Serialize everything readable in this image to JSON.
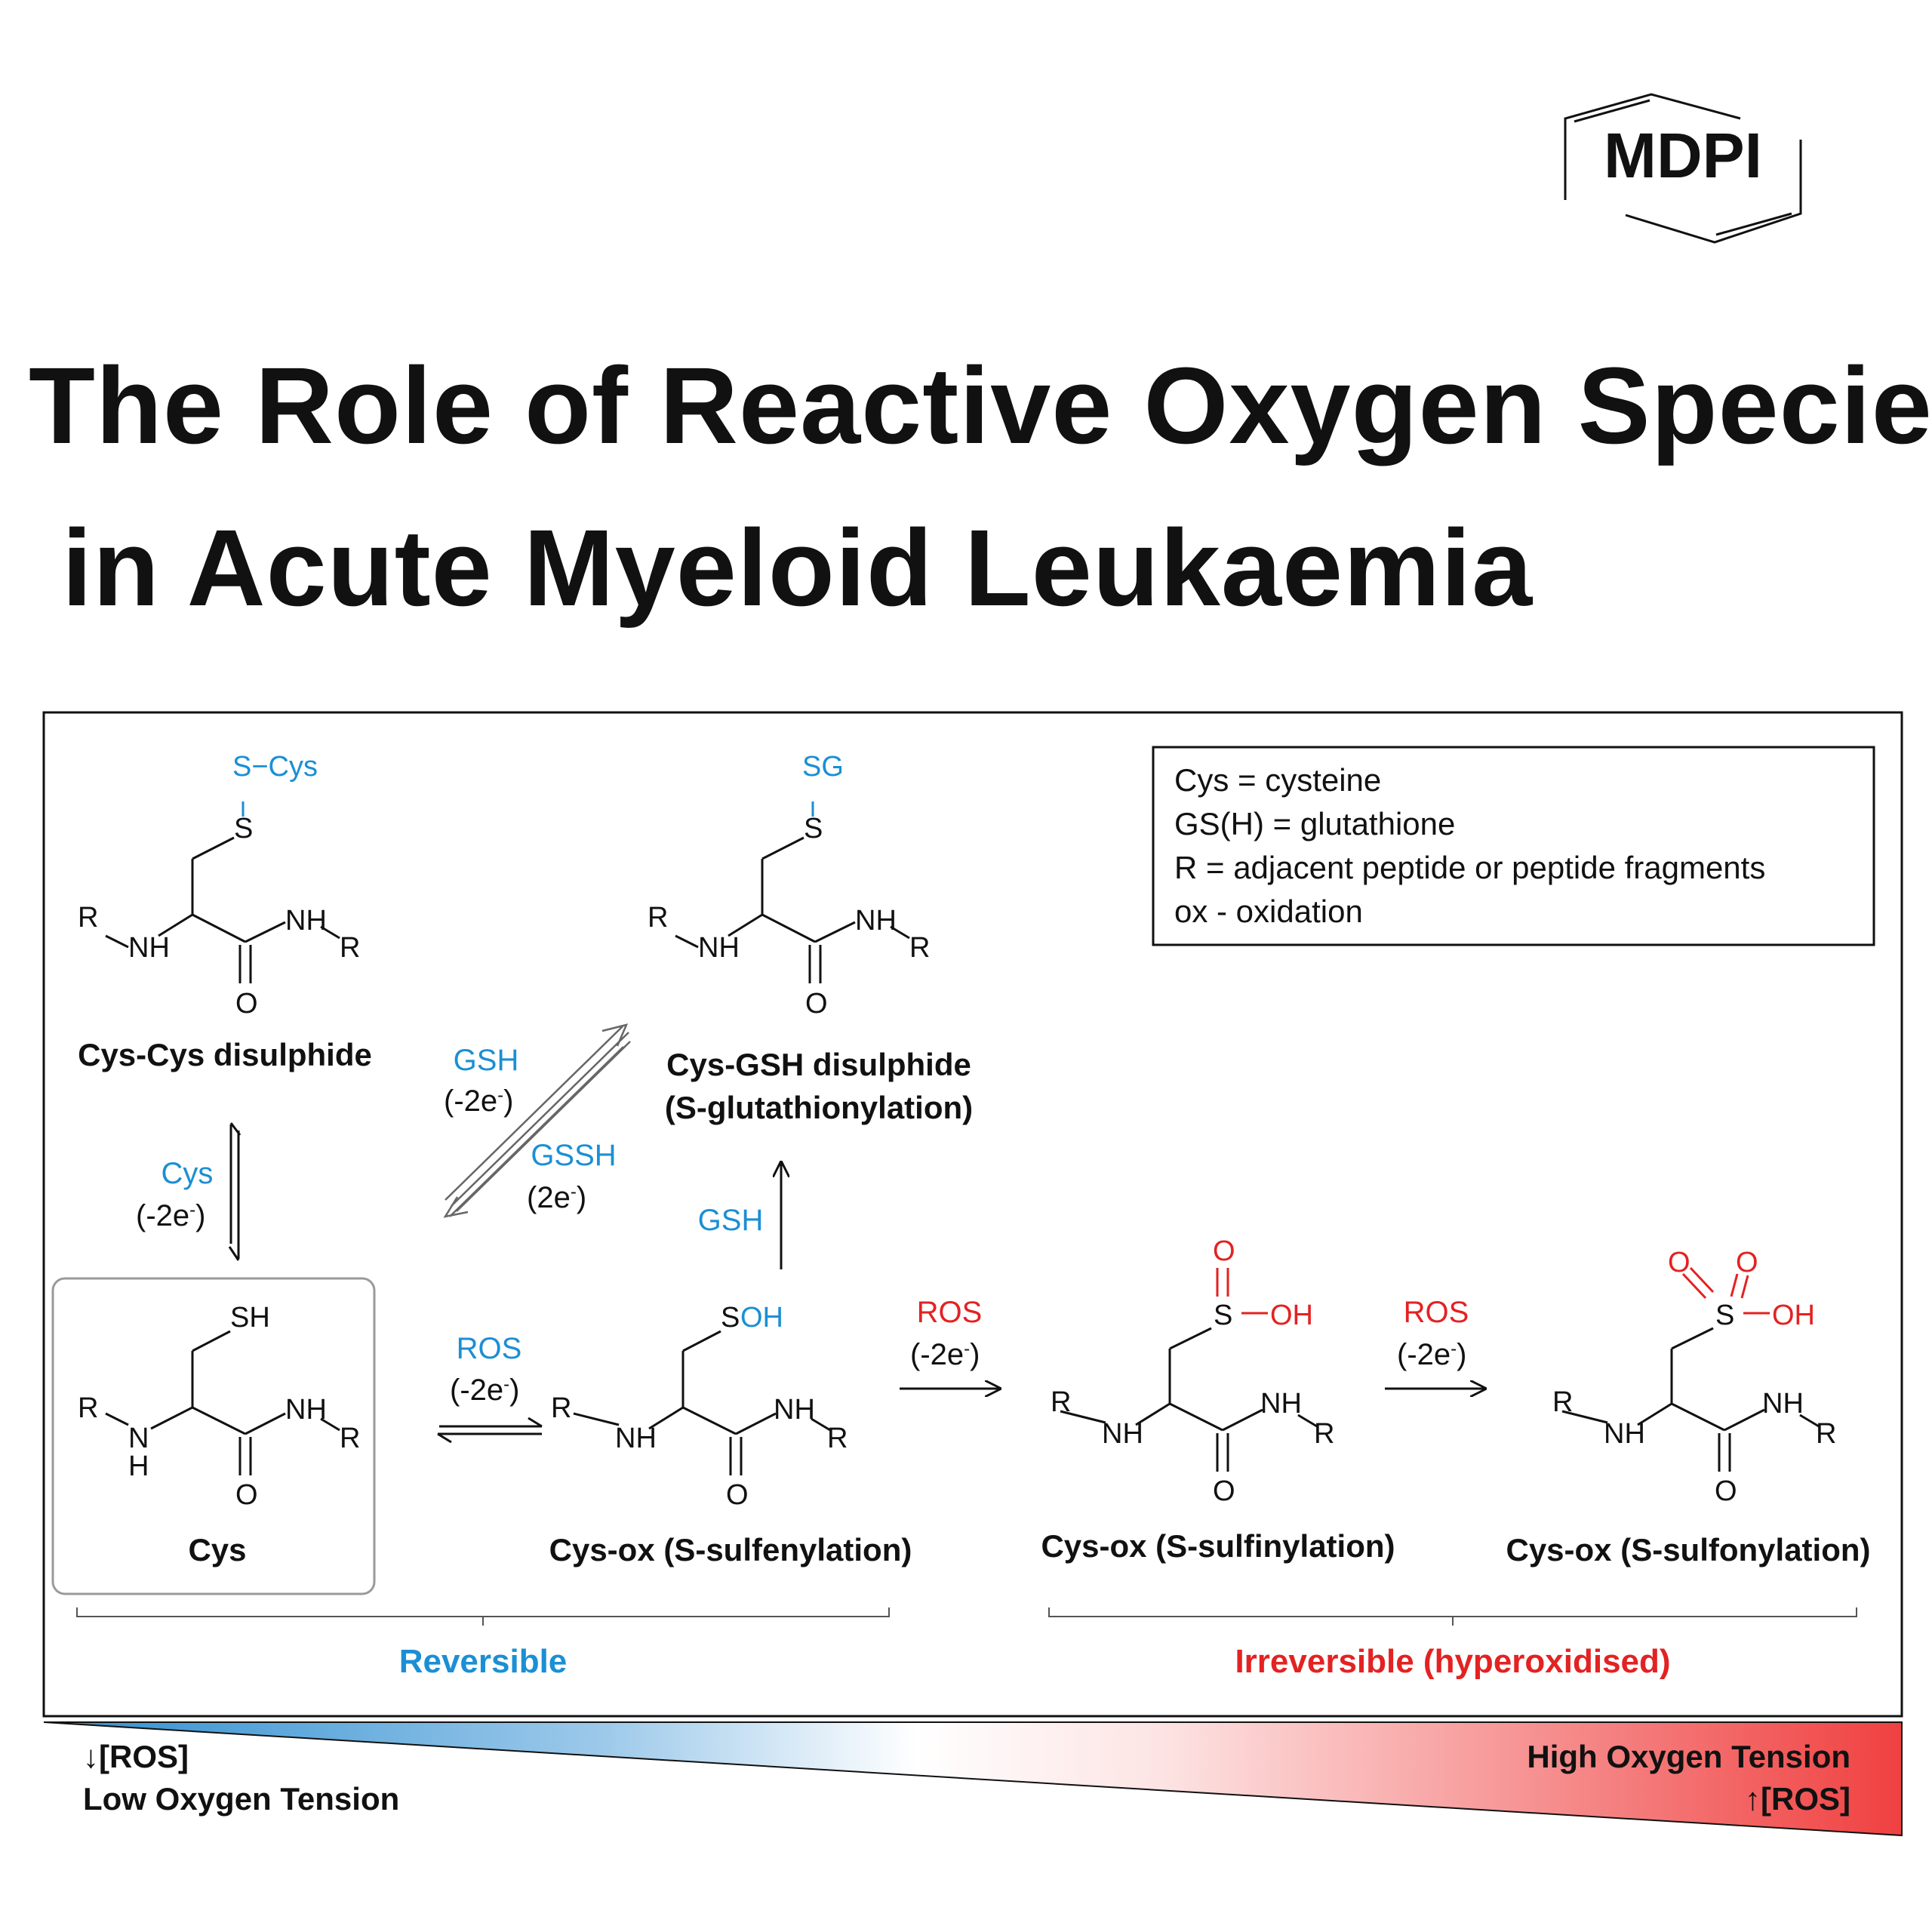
{
  "logo": {
    "text": "MDPI"
  },
  "title": {
    "line1": "The Role of Reactive Oxygen Species",
    "line2": "in Acute Myeloid Leukaemia"
  },
  "legend": {
    "lines": [
      "Cys = cysteine",
      "GS(H) = glutathione",
      "R = adjacent peptide or peptide fragments",
      "ox - oxidation"
    ]
  },
  "structures": {
    "cys_cys": {
      "caption": "Cys-Cys disulphide",
      "top": "S−Cys",
      "s": "S",
      "r": "R",
      "nh": "NH",
      "o": "O"
    },
    "cys_gsh": {
      "caption1": "Cys-GSH disulphide",
      "caption2": "(S-glutathionylation)",
      "top": "SG",
      "s": "S",
      "r": "R",
      "nh": "NH",
      "o": "O"
    },
    "cys": {
      "caption": "Cys",
      "sh": "SH",
      "r": "R",
      "n": "N",
      "h": "H",
      "nh": "NH",
      "o": "O"
    },
    "sulfenyl": {
      "caption": "Cys-ox (S-sulfenylation)",
      "s": "S",
      "oh": "OH",
      "r": "R",
      "nh": "NH",
      "o": "O"
    },
    "sulfinyl": {
      "caption": "Cys-ox (S-sulfinylation)",
      "s": "S",
      "oh": "OH",
      "o_top": "O",
      "r": "R",
      "nh": "NH",
      "o": "O"
    },
    "sulfonyl": {
      "caption": "Cys-ox (S-sulfonylation)",
      "s": "S",
      "oh": "OH",
      "o_top": "O",
      "r": "R",
      "nh": "NH",
      "o": "O"
    }
  },
  "arrows": {
    "cys_rev": {
      "reagent": "Cys",
      "electrons": "(-2e",
      "sup": "-",
      "close": ")"
    },
    "gsh_rev": {
      "reagent": "GSH",
      "electrons": "(-2e",
      "sup": "-",
      "close": ")"
    },
    "gssh_rev": {
      "reagent": "GSSH",
      "electrons": "(2e",
      "sup": "-",
      "close": ")"
    },
    "gsh_up": {
      "reagent": "GSH"
    },
    "ros_rev": {
      "reagent": "ROS",
      "electrons": "(-2e",
      "sup": "-",
      "close": ")"
    },
    "ros_1": {
      "reagent": "ROS",
      "electrons": "(-2e",
      "sup": "-",
      "close": ")"
    },
    "ros_2": {
      "reagent": "ROS",
      "electrons": "(-2e",
      "sup": "-",
      "close": ")"
    }
  },
  "groups": {
    "reversible": "Reversible",
    "irreversible": "Irreversible (hyperoxidised)"
  },
  "gradient": {
    "low_arrow": "↓[ROS]",
    "low_label": "Low Oxygen Tension",
    "high_label": "High Oxygen Tension",
    "high_arrow": "↑[ROS]"
  },
  "colors": {
    "blue": "#1b8fd4",
    "red": "#e32222",
    "text": "#111111",
    "gradient_blue": "#2f8fd0",
    "gradient_red": "#f04040"
  }
}
